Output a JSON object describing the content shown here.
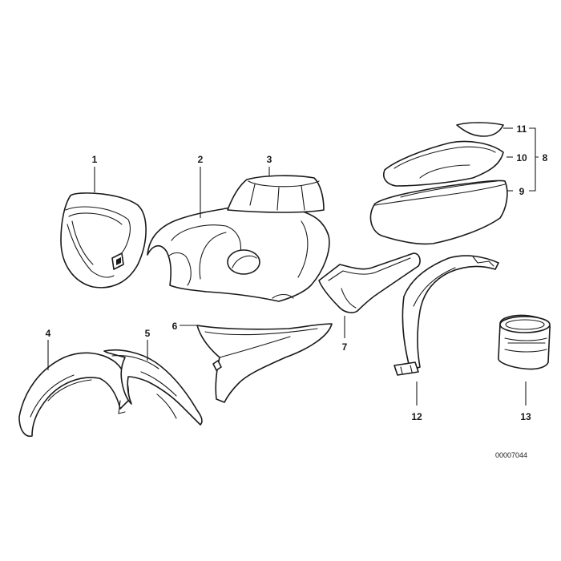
{
  "diagram": {
    "id": "00007044",
    "callouts": [
      "1",
      "2",
      "3",
      "4",
      "5",
      "6",
      "7",
      "8",
      "9",
      "10",
      "11",
      "12",
      "13"
    ]
  },
  "parts": [
    {
      "callout": "1"
    },
    {
      "callout": "2"
    },
    {
      "callout": "3"
    },
    {
      "callout": "4"
    },
    {
      "callout": "5"
    },
    {
      "callout": "6"
    },
    {
      "callout": "7"
    },
    {
      "callout": "8"
    },
    {
      "callout": "9"
    },
    {
      "callout": "10"
    },
    {
      "callout": "11"
    },
    {
      "callout": "12"
    },
    {
      "callout": "13"
    }
  ]
}
